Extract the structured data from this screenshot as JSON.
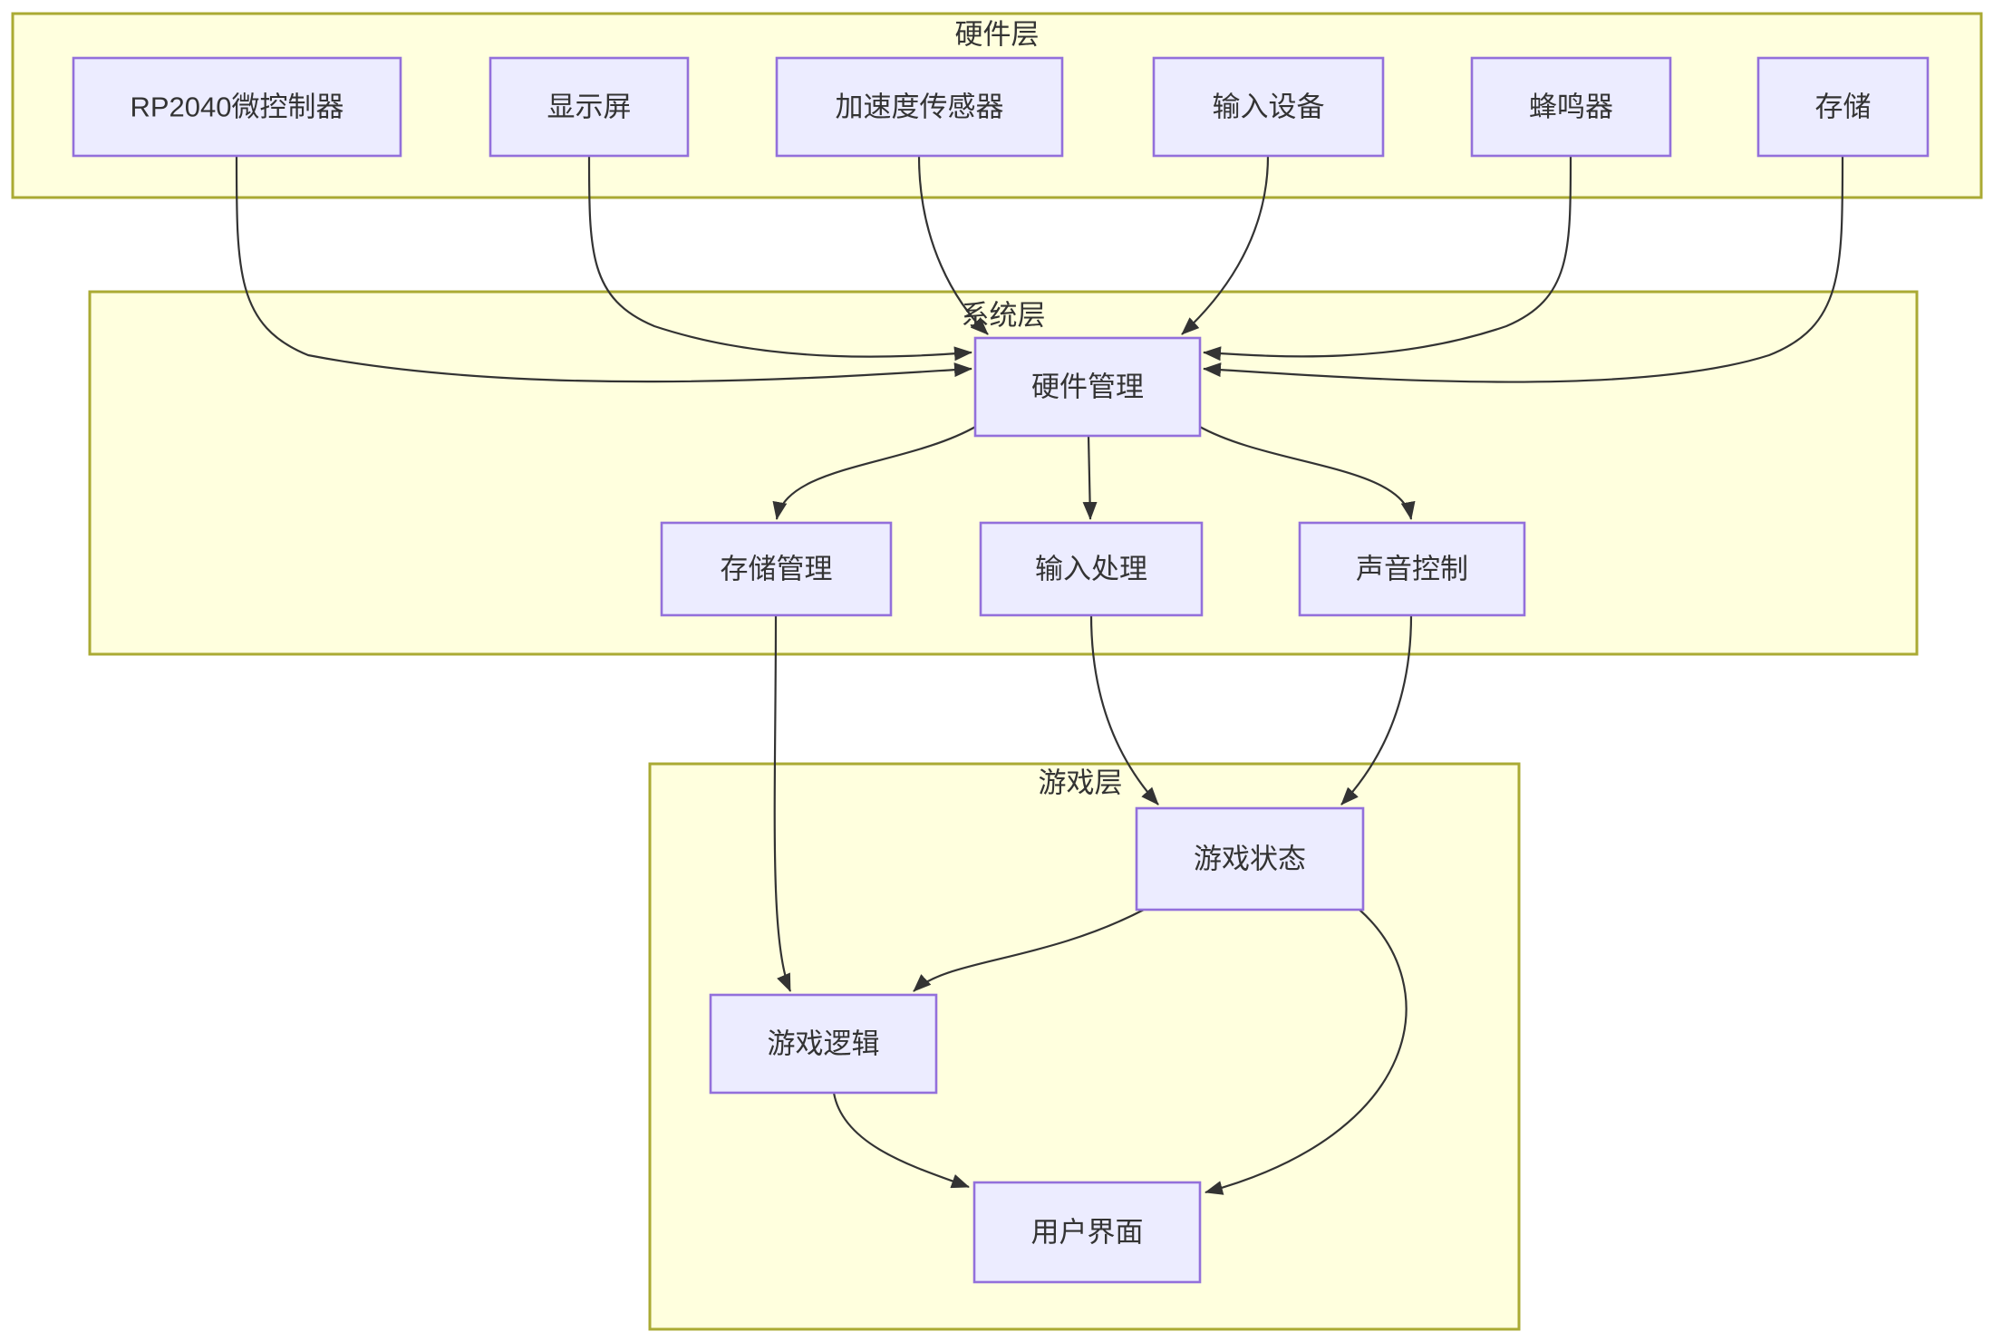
{
  "diagram": {
    "type": "flowchart",
    "direction": "top-down",
    "layers": {
      "hardware": {
        "label": "硬件层",
        "nodes": {
          "mcu": "RP2040微控制器",
          "display": "显示屏",
          "accelerometer": "加速度传感器",
          "input_device": "输入设备",
          "buzzer": "蜂鸣器",
          "storage": "存储"
        }
      },
      "system": {
        "label": "系统层",
        "nodes": {
          "hw_manager": "硬件管理",
          "storage_manager": "存储管理",
          "input_processor": "输入处理",
          "sound_controller": "声音控制"
        }
      },
      "game": {
        "label": "游戏层",
        "nodes": {
          "game_state": "游戏状态",
          "game_logic": "游戏逻辑",
          "user_interface": "用户界面"
        }
      }
    },
    "edges": [
      {
        "from": "RP2040微控制器",
        "to": "硬件管理"
      },
      {
        "from": "显示屏",
        "to": "硬件管理"
      },
      {
        "from": "加速度传感器",
        "to": "硬件管理"
      },
      {
        "from": "输入设备",
        "to": "硬件管理"
      },
      {
        "from": "蜂鸣器",
        "to": "硬件管理"
      },
      {
        "from": "存储",
        "to": "硬件管理"
      },
      {
        "from": "硬件管理",
        "to": "存储管理"
      },
      {
        "from": "硬件管理",
        "to": "输入处理"
      },
      {
        "from": "硬件管理",
        "to": "声音控制"
      },
      {
        "from": "存储管理",
        "to": "游戏逻辑"
      },
      {
        "from": "输入处理",
        "to": "游戏状态"
      },
      {
        "from": "声音控制",
        "to": "游戏状态"
      },
      {
        "from": "游戏状态",
        "to": "游戏逻辑"
      },
      {
        "from": "游戏逻辑",
        "to": "用户界面"
      },
      {
        "from": "游戏状态",
        "to": "用户界面"
      }
    ]
  },
  "colors": {
    "node_fill": "#ECECFF",
    "node_border": "#9370DB",
    "cluster_fill": "#FFFFDE",
    "cluster_border": "#AAAA33",
    "edge": "#333333",
    "text": "#333333",
    "canvas": "#FFFFFF"
  }
}
